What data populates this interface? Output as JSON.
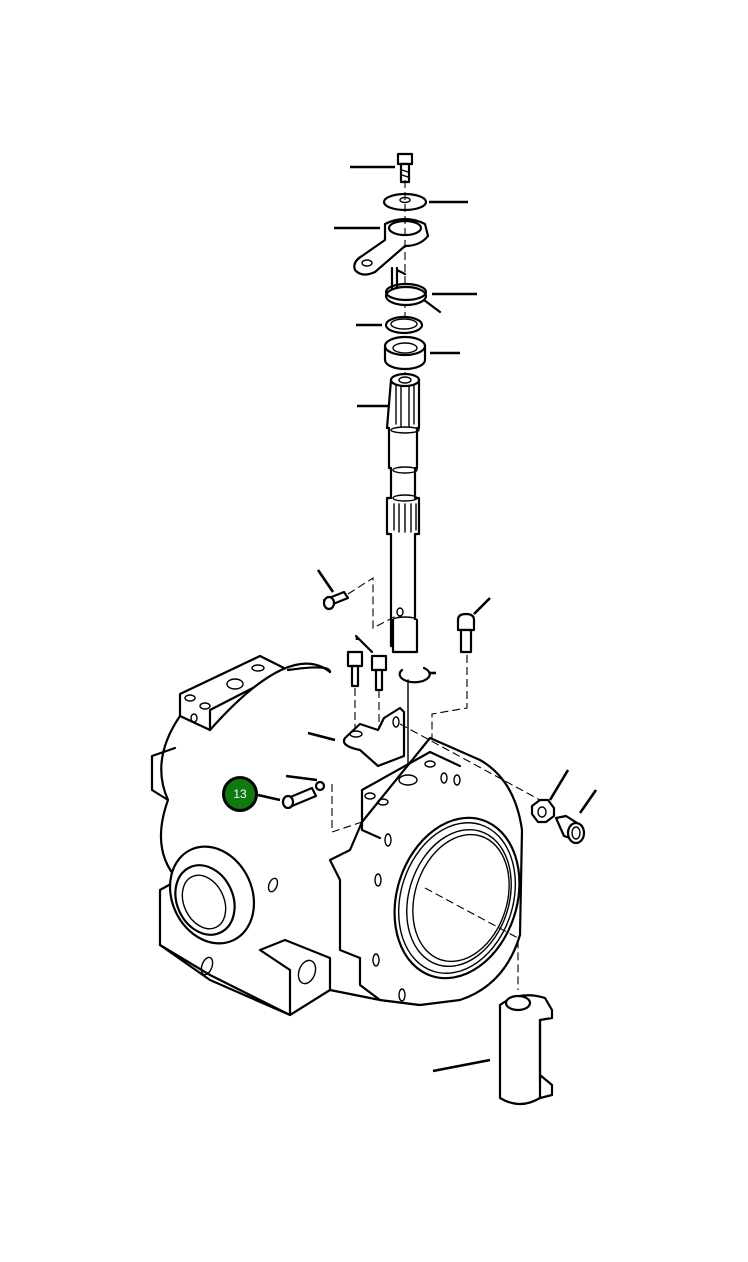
{
  "diagram": {
    "type": "exploded-parts-view",
    "subject": "Axle housing with steering shaft assembly",
    "background_color": "#ffffff",
    "line_color": "#000000"
  },
  "callouts": [
    {
      "label": "13",
      "fill_color": "#0f7a0f",
      "border_color": "#000000",
      "text_color": "#ffffff",
      "points_to": "housing-bolt"
    }
  ],
  "parts": [
    {
      "id": "top-bolt"
    },
    {
      "id": "washer"
    },
    {
      "id": "steering-arm"
    },
    {
      "id": "spring"
    },
    {
      "id": "snap-ring"
    },
    {
      "id": "bearing"
    },
    {
      "id": "splined-shaft"
    },
    {
      "id": "small-screw"
    },
    {
      "id": "bolt-pair"
    },
    {
      "id": "lower-snap-ring"
    },
    {
      "id": "breather-fitting"
    },
    {
      "id": "bracket"
    },
    {
      "id": "housing-bolt"
    },
    {
      "id": "nut"
    },
    {
      "id": "plug"
    },
    {
      "id": "axle-housing"
    },
    {
      "id": "pin-sleeve"
    }
  ]
}
